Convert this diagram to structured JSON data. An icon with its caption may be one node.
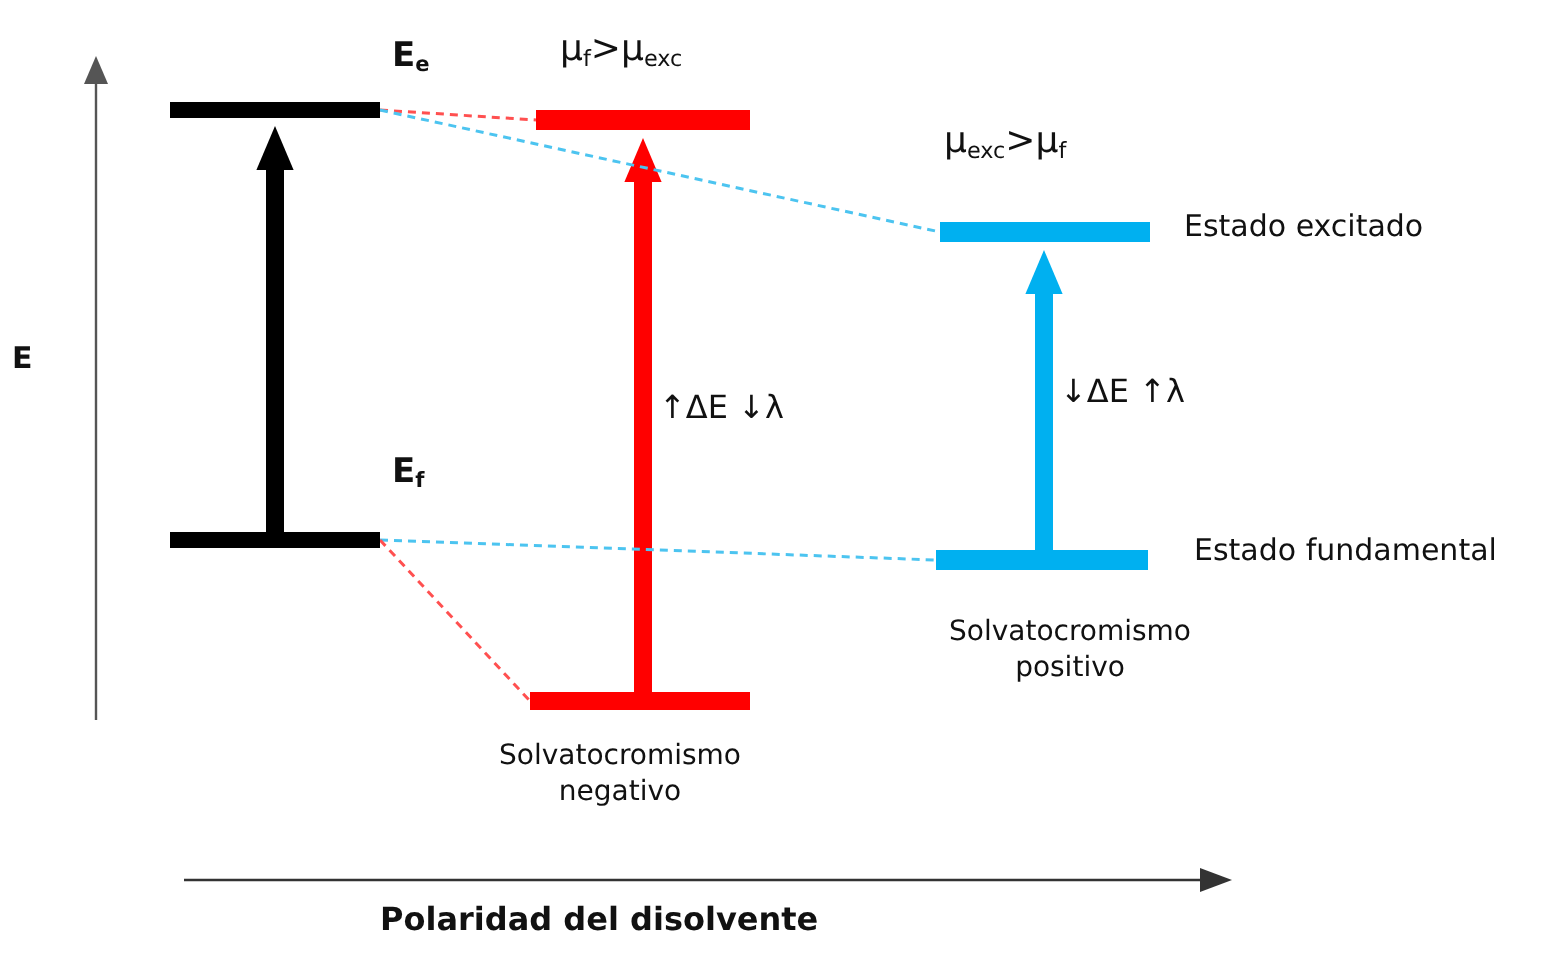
{
  "diagram": {
    "nodes": [
      {
        "text": [],
        "shape": "bar",
        "beside": [
          "E$_{e}$"
        ]
      },
      {
        "text": [],
        "shape": "bar",
        "beside": [
          "E$_{f}$"
        ]
      },
      {
        "text": [],
        "shape": "bar",
        "beside": [
          "μ$_{f}$>μ$_{exc}$"
        ]
      },
      {
        "text": [],
        "shape": "bar",
        "beside": [
          "Solvatocromismo negativo"
        ]
      },
      {
        "text": [],
        "shape": "bar",
        "beside": [
          "μ$_{exc}$>μ$_{f}$",
          "Estado excitado"
        ]
      },
      {
        "text": [],
        "shape": "bar",
        "beside": [
          "Estado fundamental",
          "Solvatocromismo positivo"
        ]
      }
    ],
    "edges": [
      {
        "from": 1,
        "to": 0,
        "arrow": "to",
        "style": "thick",
        "color": "#000000"
      },
      {
        "from": 3,
        "to": 2,
        "arrow": "to",
        "style": "thick",
        "color": "#ff0000",
        "label": "↑ΔE ↓λ"
      },
      {
        "from": 5,
        "to": 4,
        "arrow": "to",
        "style": "thick",
        "color": "#00b0f0",
        "label": "↓ΔE ↑λ"
      },
      {
        "from": 0,
        "to": 2,
        "arrow": "none",
        "style": "dashed",
        "color": "#ff5050"
      },
      {
        "from": 0,
        "to": 4,
        "arrow": "none",
        "style": "dashed",
        "color": "#4cc4f0"
      },
      {
        "from": 1,
        "to": 5,
        "arrow": "none",
        "style": "dashed",
        "color": "#4cc4f0"
      },
      {
        "from": 1,
        "to": 3,
        "arrow": "none",
        "style": "dashed",
        "color": "#ff5050"
      }
    ],
    "labels": [
      "E",
      "Polaridad del disolvente"
    ]
  }
}
